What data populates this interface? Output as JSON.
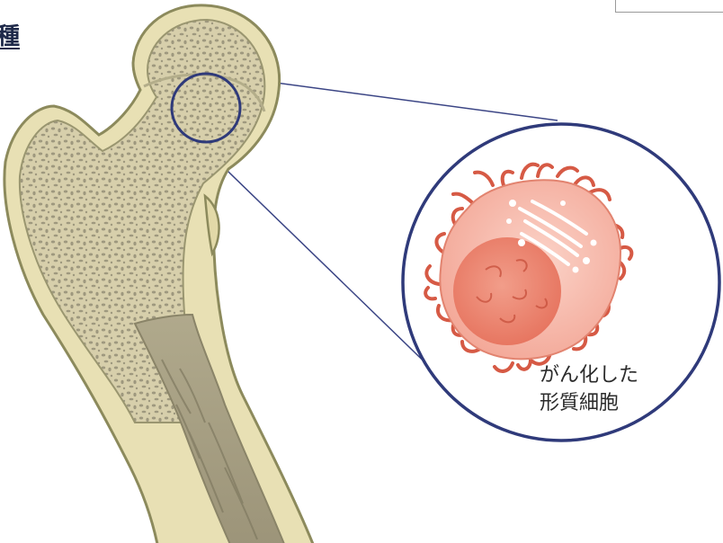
{
  "title_partial": "種",
  "label": {
    "line1": "がん化した",
    "line2": "形質細胞"
  },
  "icons": {
    "bone": "femur-cross-section-illustration",
    "cell": "cancerous-plasma-cell-illustration"
  },
  "colors": {
    "bone_outer": "#e8e0b4",
    "bone_outline": "#8c8a5c",
    "spongy_bone": "#b9b296",
    "marrow": "#a69f83",
    "magnifier_ring": "#2f3a7a",
    "cell_body": "#f6b7a9",
    "cell_nucleus": "#ec7d67",
    "cell_spikes": "#d65a45"
  }
}
